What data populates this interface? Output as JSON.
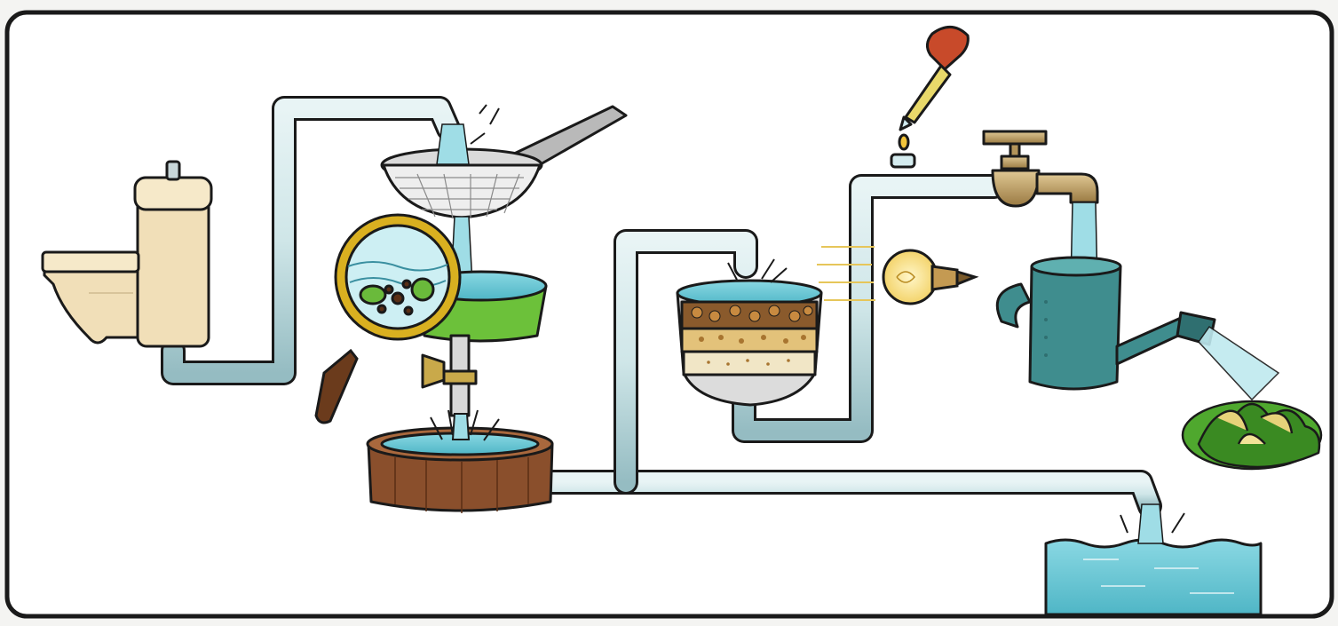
{
  "diagram": {
    "stages": [
      "toilet",
      "strainer",
      "magnifier",
      "settling-tank",
      "wooden-basin",
      "gravel-filter",
      "dropper",
      "light-bulb",
      "faucet",
      "watering-can",
      "plants",
      "water-body"
    ]
  },
  "colors": {
    "frame": "#1a1a1a",
    "background": "#ffffff",
    "pipe": "#cfe6e8",
    "pipe_shadow": "#8fb5bb",
    "water": "#6fc8d6",
    "toilet": "#f1dfb8",
    "settling_tank": "#6cc13a",
    "wooden_basin": "#8a4f2c",
    "magnifier_rim": "#d9b020",
    "faucet": "#b3945a",
    "watering_can": "#3f8d8e",
    "bulb_glow": "#f7e7a0",
    "plants": "#4fa82e"
  },
  "icons": {
    "toilet": "toilet-icon",
    "strainer": "strainer-icon",
    "magnifier": "magnifier-icon",
    "dropper": "dropper-icon",
    "bulb": "light-bulb-icon",
    "faucet": "faucet-icon",
    "can": "watering-can-icon",
    "plant": "plant-icon"
  }
}
